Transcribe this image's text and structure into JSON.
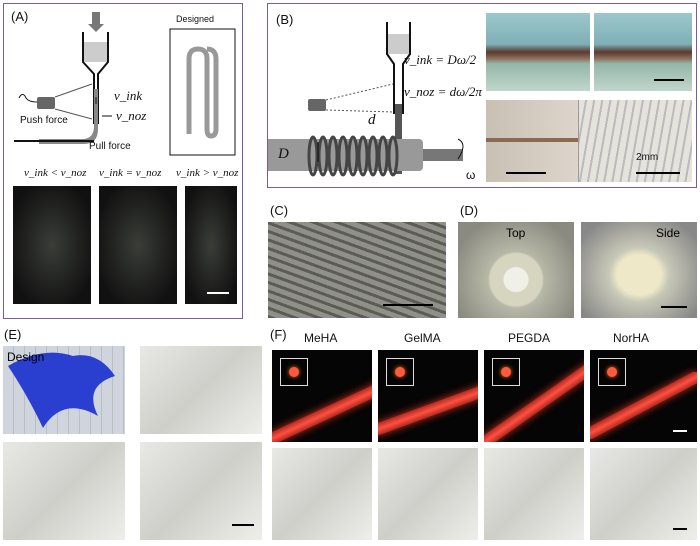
{
  "panelA": {
    "label": "(A)",
    "designed_label": "Designed",
    "v_ink": "v_ink",
    "v_noz": "v_noz",
    "push_force": "Push force",
    "pull_force": "Pull force",
    "conditions": [
      "v_ink < v_noz",
      "v_ink = v_noz",
      "v_ink > v_noz"
    ]
  },
  "panelB": {
    "label": "(B)",
    "eq_ink": "v_ink = Dω/2",
    "eq_noz": "v_noz = dω/2π",
    "d": "d",
    "D": "D",
    "omega": "ω",
    "scale": "2mm"
  },
  "panelC": {
    "label": "(C)"
  },
  "panelD": {
    "label": "(D)",
    "views": [
      "Top",
      "Side"
    ]
  },
  "panelE": {
    "label": "(E)",
    "design_label": "Design"
  },
  "panelF": {
    "label": "(F)",
    "materials": [
      "MeHA",
      "GelMA",
      "PEGDA",
      "NorHA"
    ]
  },
  "colors": {
    "frame": "#7a5c9e",
    "fiber": "#ff5040",
    "design": "#2a3fd0"
  }
}
